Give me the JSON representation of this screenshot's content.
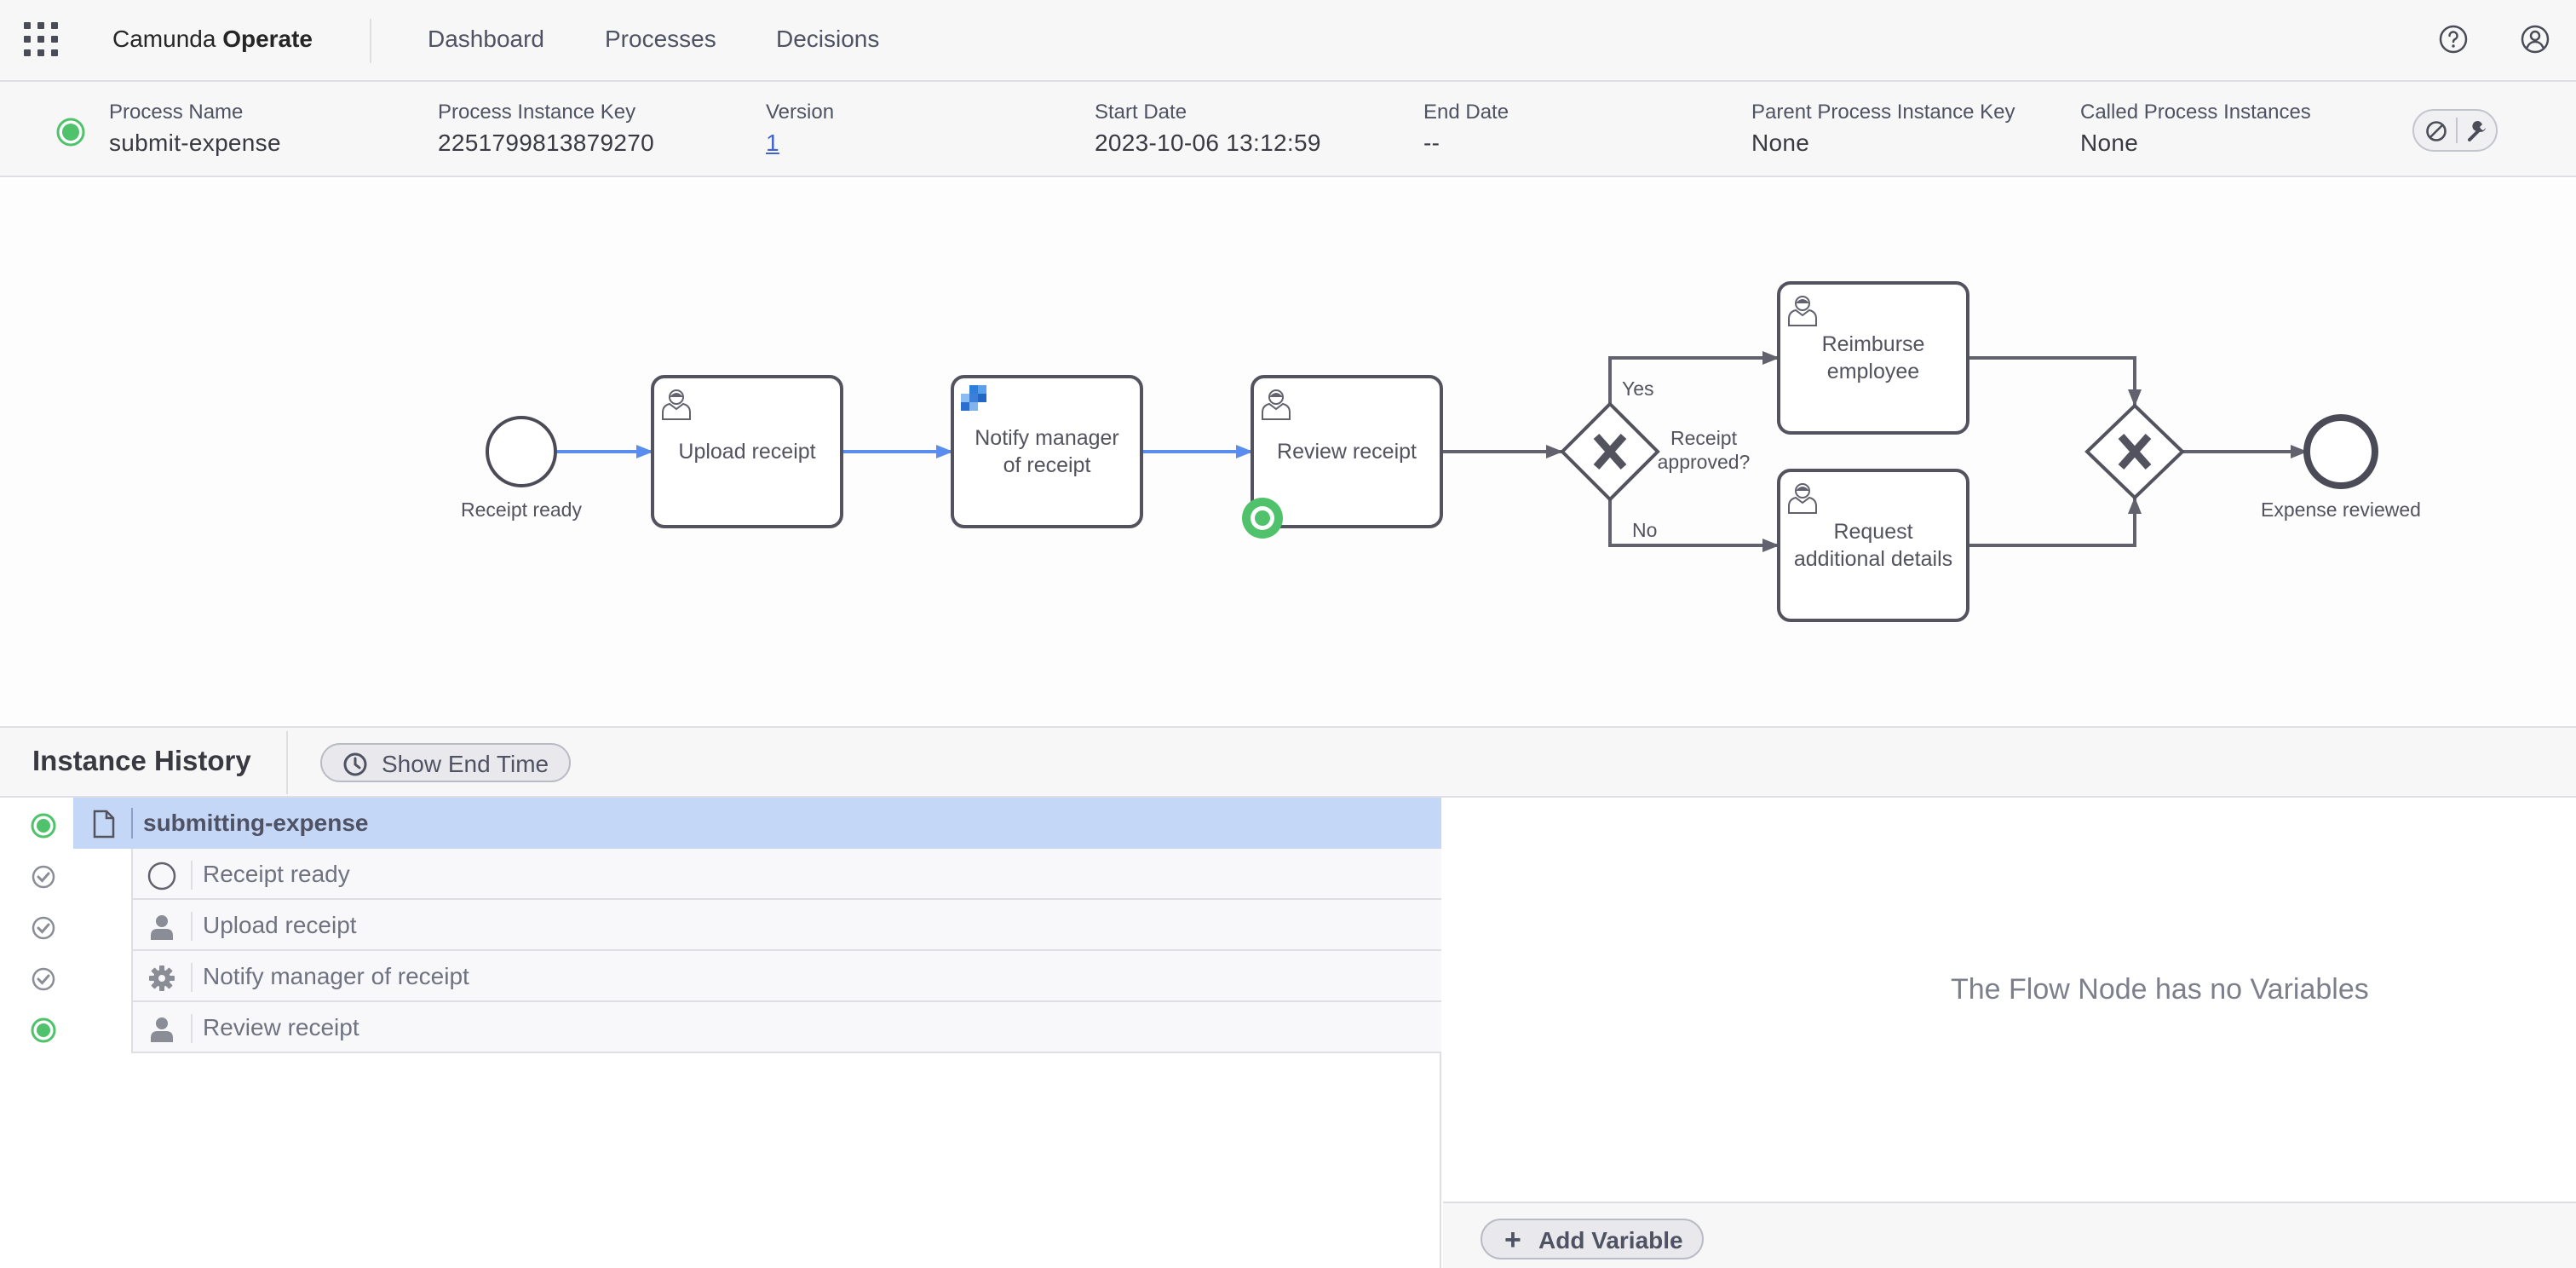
{
  "nav": {
    "brand_prefix": "Camunda",
    "brand_name": "Operate",
    "links": [
      "Dashboard",
      "Processes",
      "Decisions"
    ],
    "help_icon": "help-icon",
    "user_icon": "user-icon"
  },
  "instance": {
    "state": "active",
    "process_name_label": "Process Name",
    "process_name": "submit-expense",
    "key_label": "Process Instance Key",
    "key": "2251799813879270",
    "version_label": "Version",
    "version": "1",
    "start_label": "Start Date",
    "start": "2023-10-06 13:12:59",
    "end_label": "End Date",
    "end": "--",
    "parent_label": "Parent Process Instance Key",
    "parent": "None",
    "called_label": "Called Process Instances",
    "called": "None",
    "actions": [
      "cancel-icon",
      "modify-wrench-icon"
    ]
  },
  "diagram": {
    "start_event": "Receipt ready",
    "task_upload": "Upload receipt",
    "task_notify_1": "Notify manager",
    "task_notify_2": "of receipt",
    "task_review": "Review receipt",
    "gateway_1": "Receipt",
    "gateway_2": "approved?",
    "flow_yes": "Yes",
    "flow_no": "No",
    "task_reimburse_1": "Reimburse",
    "task_reimburse_2": "employee",
    "task_request_1": "Request",
    "task_request_2": "additional details",
    "end_event": "Expense reviewed",
    "colors": {
      "completed_flow": "#5b8def",
      "default_flow": "#62626e",
      "active": "#4fc26b"
    }
  },
  "history": {
    "title": "Instance History",
    "end_time_button": "Show End Time",
    "root": {
      "label": "submitting-expense",
      "status": "active"
    },
    "children": [
      {
        "label": "Receipt ready",
        "status": "completed",
        "icon": "start-event-icon"
      },
      {
        "label": "Upload receipt",
        "status": "completed",
        "icon": "user-task-icon"
      },
      {
        "label": "Notify manager of receipt",
        "status": "completed",
        "icon": "service-task-gear-icon"
      },
      {
        "label": "Review receipt",
        "status": "active",
        "icon": "user-task-icon"
      }
    ]
  },
  "variables": {
    "empty_message": "The Flow Node has no Variables",
    "add_button": "Add Variable"
  }
}
